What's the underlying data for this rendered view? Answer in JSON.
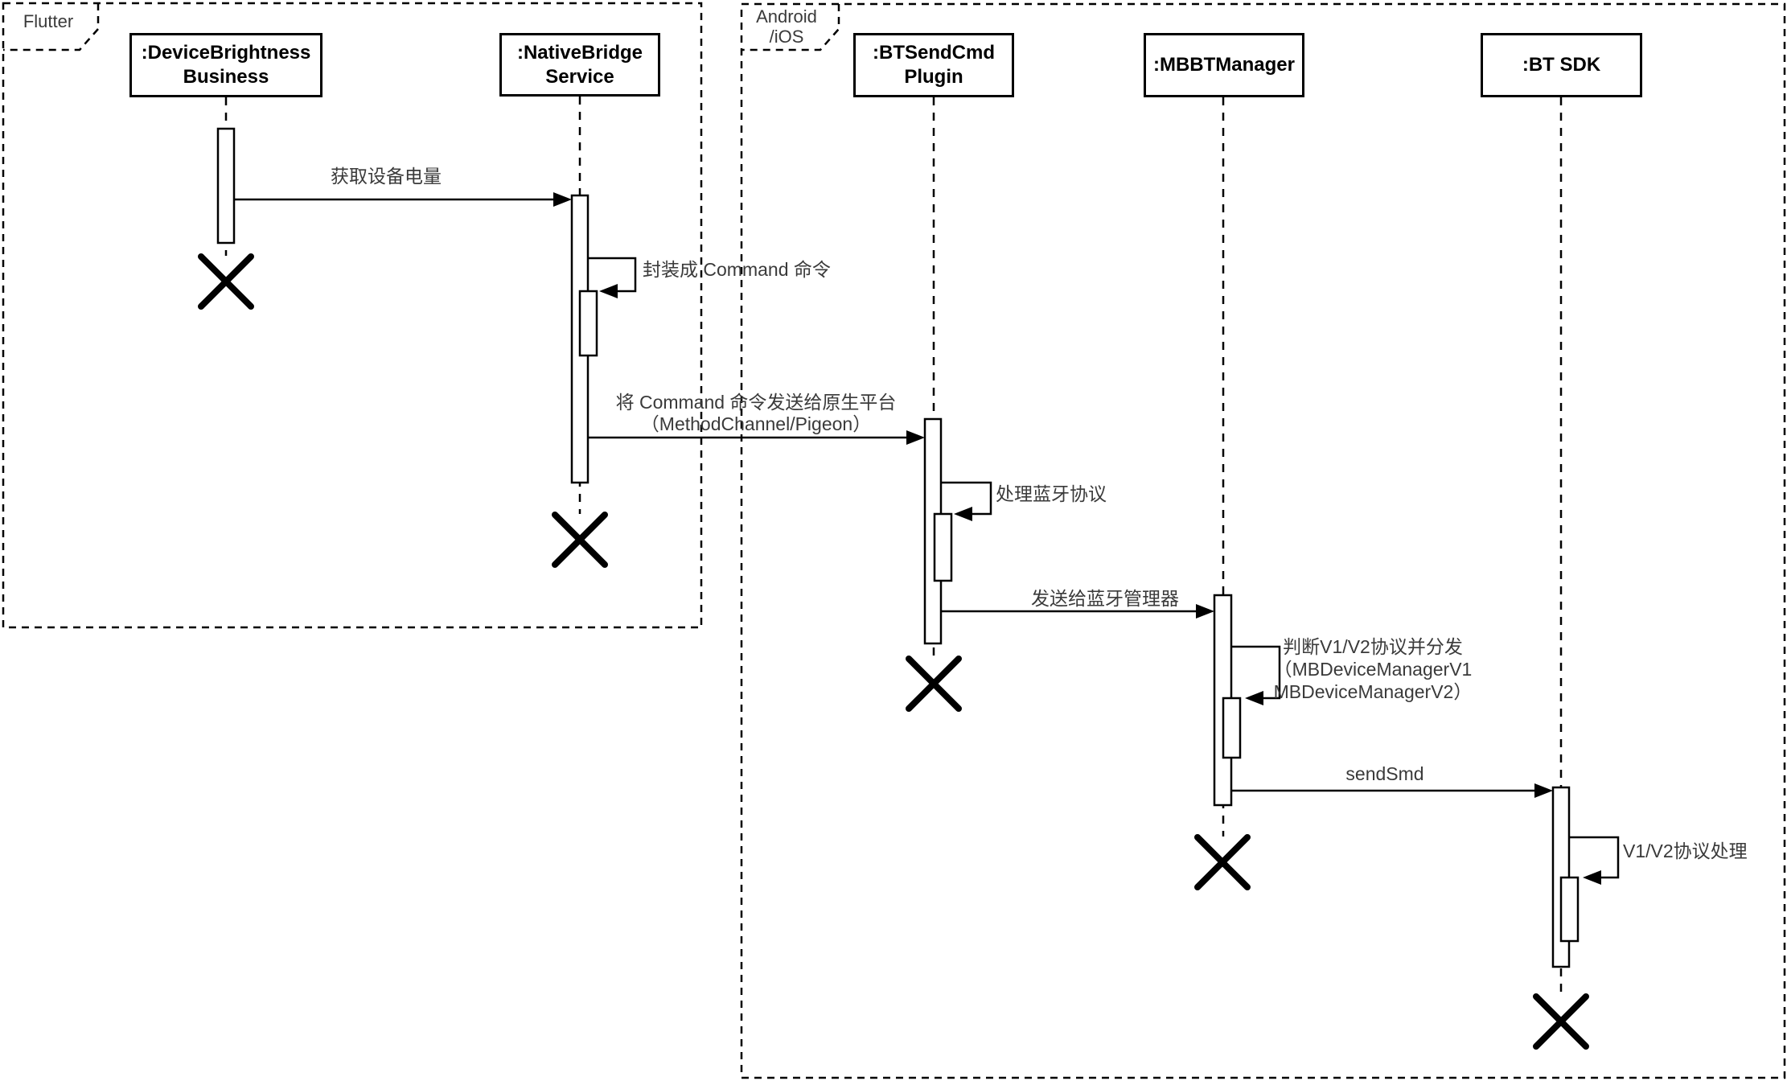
{
  "diagram": {
    "frames": {
      "flutter": "Flutter",
      "android": "Android\n/iOS"
    },
    "participants": {
      "device_brightness": ":DeviceBrightness\nBusiness",
      "native_bridge": ":NativeBridge\nService",
      "bt_send_cmd": ":BTSendCmd\nPlugin",
      "mbbt_manager": ":MBBTManager",
      "bt_sdk": ":BT SDK"
    },
    "messages": {
      "get_battery": "获取设备电量",
      "wrap_command": "封装成 Command 命令",
      "send_to_native": "将 Command 命令发送给原生平台\n（MethodChannel/Pigeon）",
      "handle_bt_protocol": "处理蓝牙协议",
      "send_to_bt_manager": "发送给蓝牙管理器",
      "judge_and_dispatch": "判断V1/V2协议并分发\n（MBDeviceManagerV1\nMBDeviceManagerV2）",
      "send_smd": "sendSmd",
      "v1v2_protocol_handle": "V1/V2协议处理"
    },
    "colors": {
      "line": "#000000",
      "text": "#3a3a3a",
      "background": "#ffffff"
    }
  }
}
